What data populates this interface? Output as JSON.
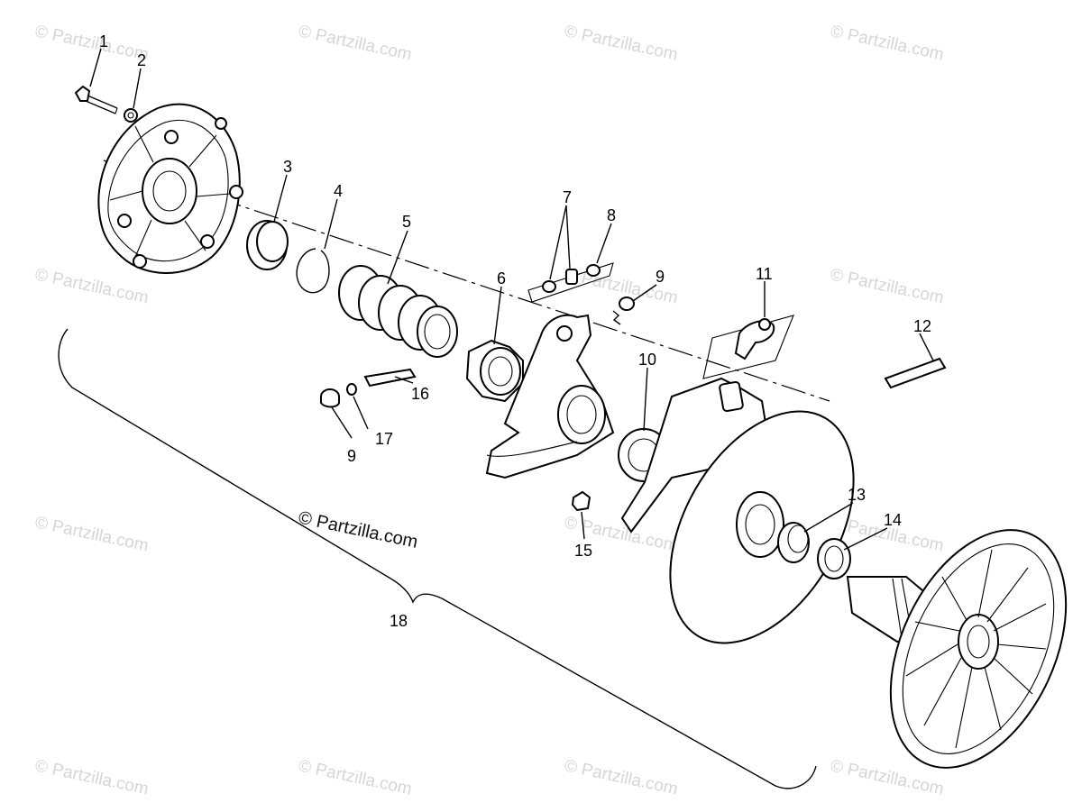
{
  "watermark": {
    "text": "© Partzilla.com",
    "center_text": "© Partzilla.com"
  },
  "callouts": {
    "c1": "1",
    "c2": "2",
    "c3": "3",
    "c4": "4",
    "c5": "5",
    "c6": "6",
    "c7": "7",
    "c8": "8",
    "c9a": "9",
    "c9b": "9",
    "c10": "10",
    "c11": "11",
    "c12": "12",
    "c13": "13",
    "c14": "14",
    "c15": "15",
    "c16": "16",
    "c17": "17",
    "c18": "18"
  }
}
